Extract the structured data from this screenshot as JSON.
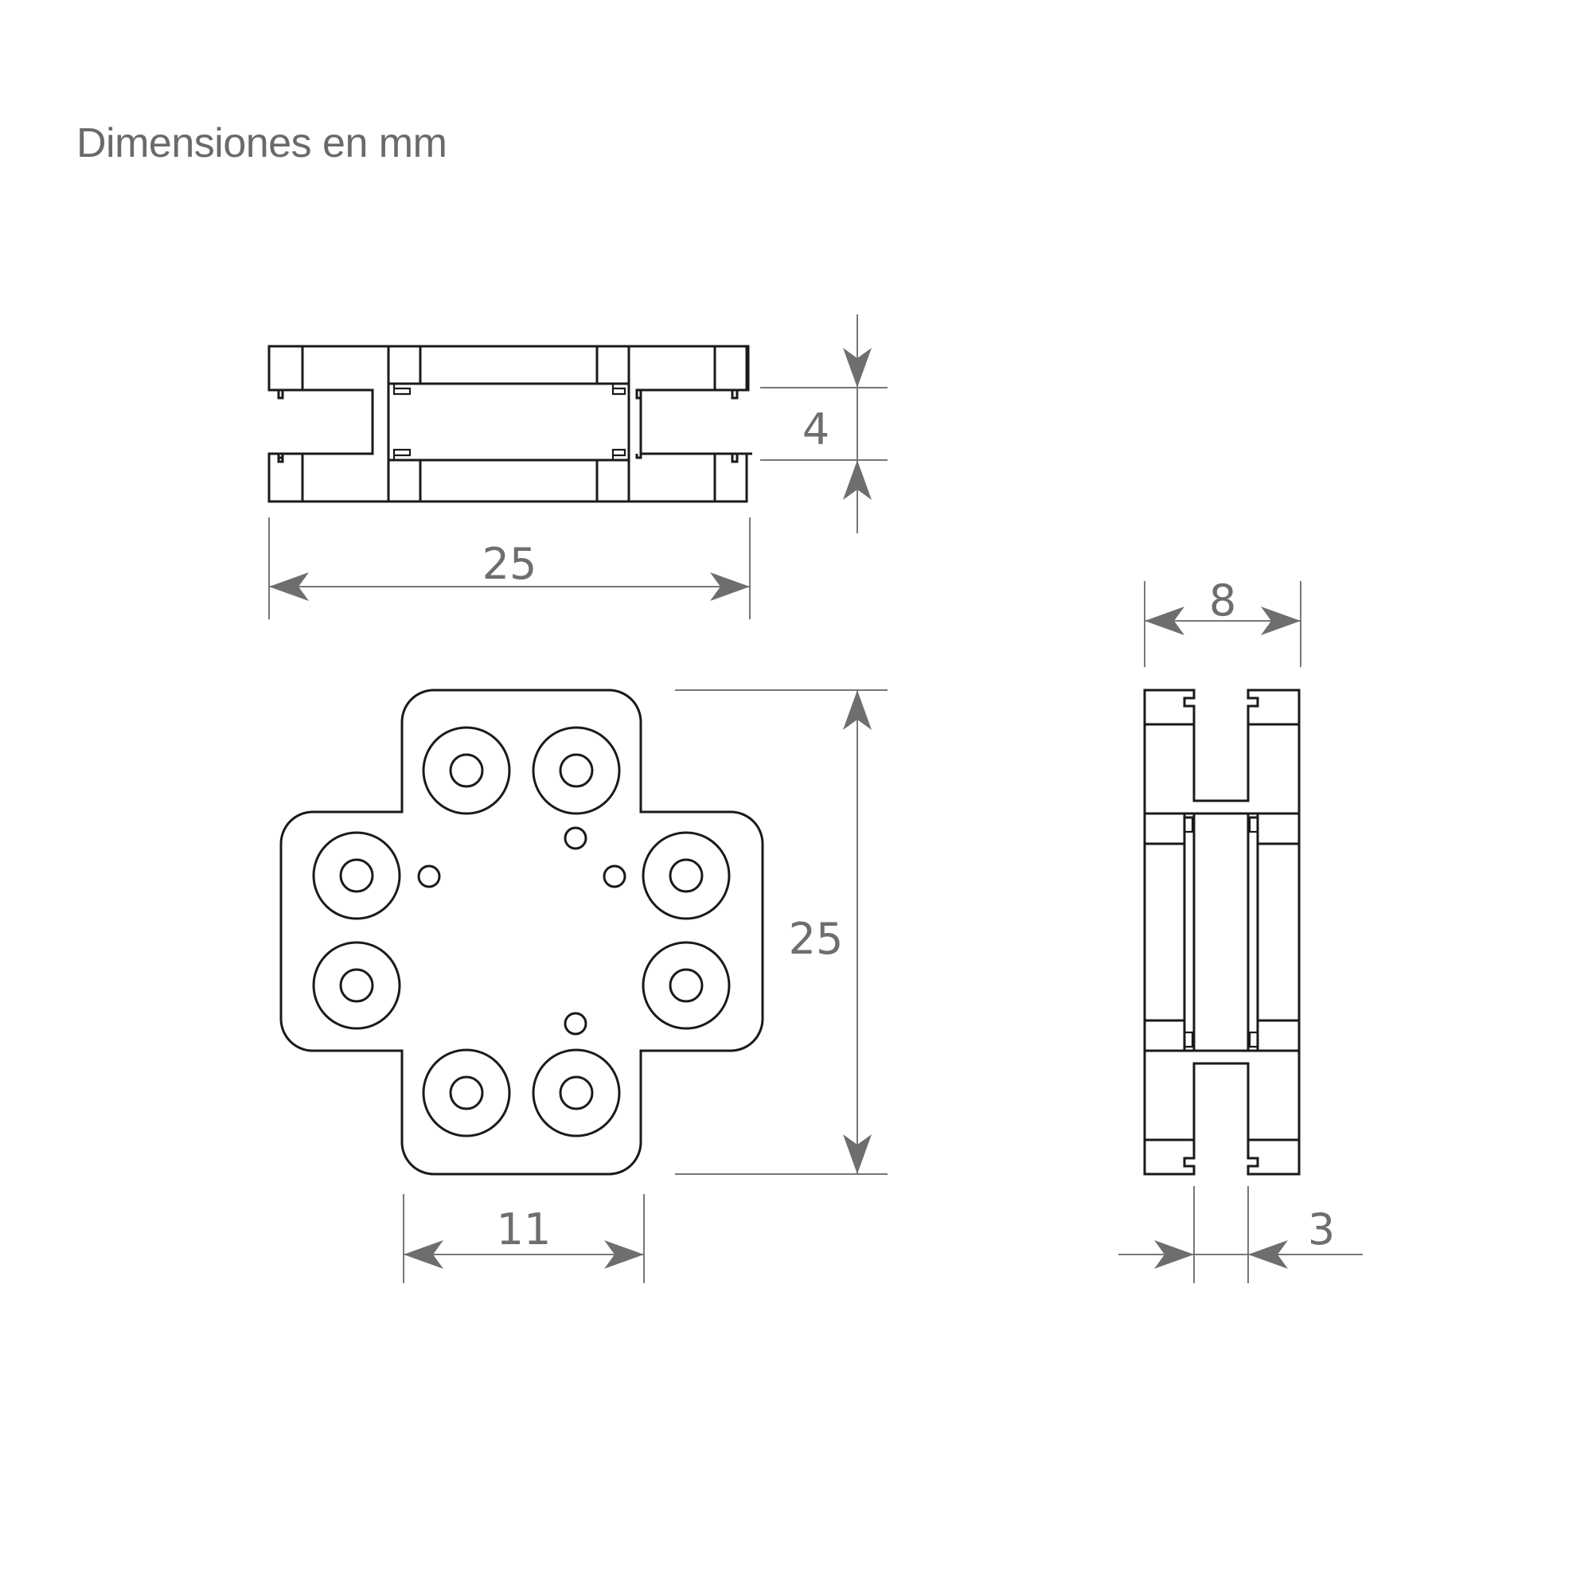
{
  "title": "Dimensiones en mm",
  "dimensions": {
    "top_height": "4",
    "top_width": "25",
    "front_height": "25",
    "front_inner_width": "11",
    "side_width": "8",
    "side_slot": "3"
  },
  "colors": {
    "line": "#1a1a1a",
    "dimension": "#6e6e6e",
    "title": "#6a6a6a"
  }
}
